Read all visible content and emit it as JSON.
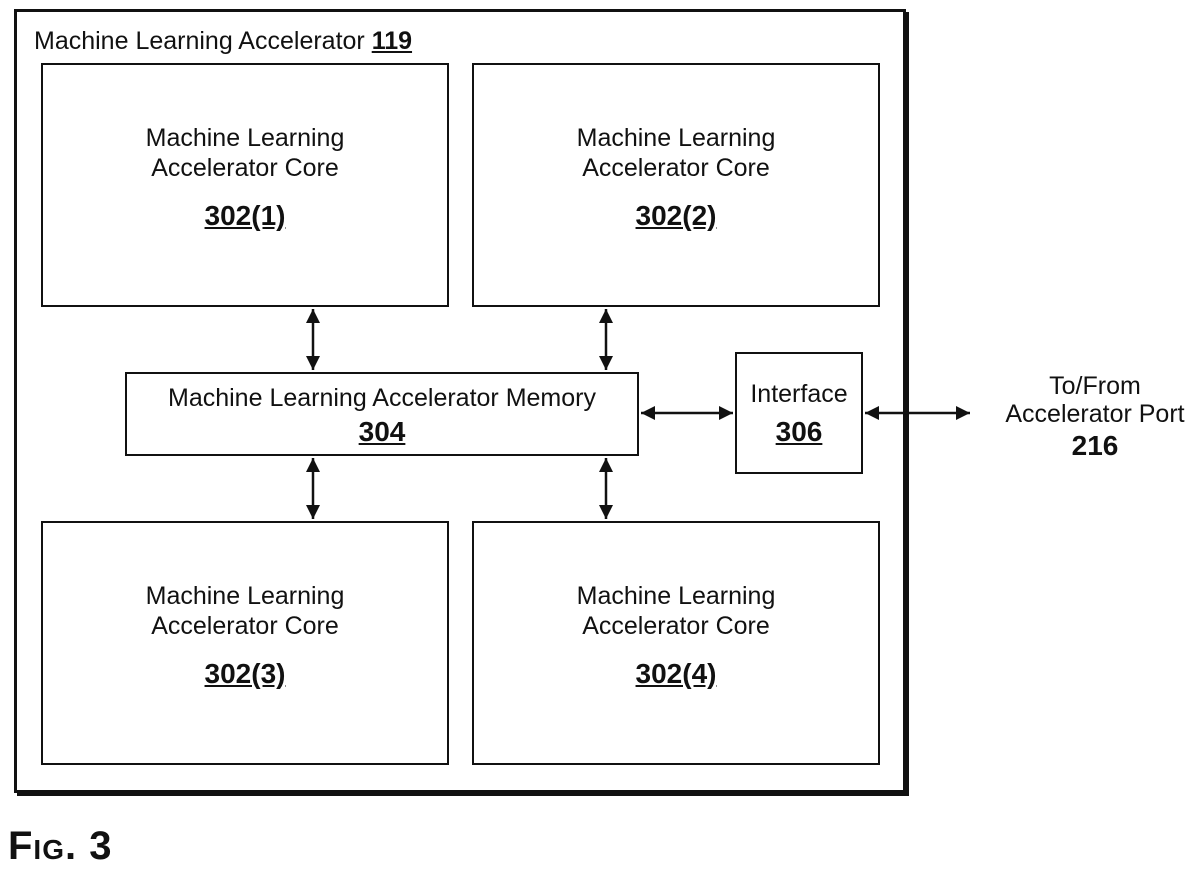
{
  "accelerator": {
    "label": "Machine Learning Accelerator",
    "ref": "119"
  },
  "cores": [
    {
      "line1": "Machine Learning",
      "line2": "Accelerator Core",
      "ref": "302(1)"
    },
    {
      "line1": "Machine Learning",
      "line2": "Accelerator Core",
      "ref": "302(2)"
    },
    {
      "line1": "Machine Learning",
      "line2": "Accelerator Core",
      "ref": "302(3)"
    },
    {
      "line1": "Machine Learning",
      "line2": "Accelerator Core",
      "ref": "302(4)"
    }
  ],
  "memory": {
    "label": "Machine Learning Accelerator Memory",
    "ref": "304"
  },
  "interface": {
    "label": "Interface",
    "ref": "306"
  },
  "port": {
    "line1": "To/From",
    "line2": "Accelerator Port",
    "ref": "216"
  },
  "figure": {
    "label": "Fig. 3"
  }
}
